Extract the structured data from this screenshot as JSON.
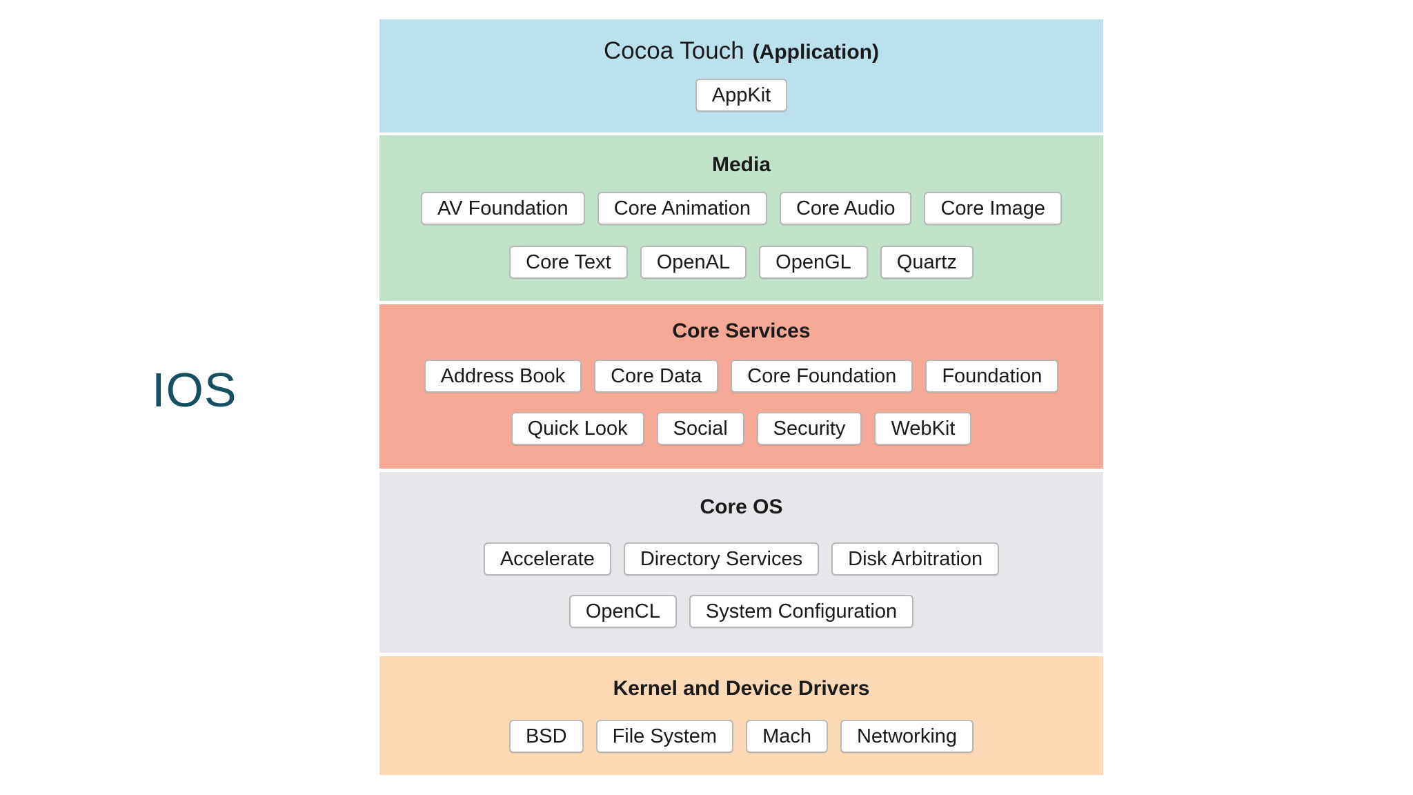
{
  "side_title": "IOS",
  "colors": {
    "side_title": "#14505f",
    "cocoa_touch_bg": "#bde0ed",
    "media_bg": "#c2e3c9",
    "core_services_bg": "#f4a895",
    "core_os_bg": "#e7e6ea",
    "kernel_bg": "#fcd9b5"
  },
  "layers": {
    "cocoa_touch": {
      "title": "Cocoa Touch",
      "subtitle": "(Application)",
      "rows": [
        [
          "AppKit"
        ]
      ]
    },
    "media": {
      "title": "Media",
      "rows": [
        [
          "AV Foundation",
          "Core Animation",
          "Core Audio",
          "Core Image"
        ],
        [
          "Core Text",
          "OpenAL",
          "OpenGL",
          "Quartz"
        ]
      ]
    },
    "core_services": {
      "title": "Core Services",
      "rows": [
        [
          "Address Book",
          "Core Data",
          "Core Foundation",
          "Foundation"
        ],
        [
          "Quick Look",
          "Social",
          "Security",
          "WebKit"
        ]
      ]
    },
    "core_os": {
      "title": "Core OS",
      "rows": [
        [
          "Accelerate",
          "Directory Services",
          "Disk Arbitration"
        ],
        [
          "OpenCL",
          "System Configuration"
        ]
      ]
    },
    "kernel": {
      "title": "Kernel and Device Drivers",
      "rows": [
        [
          "BSD",
          "File System",
          "Mach",
          "Networking"
        ]
      ]
    }
  }
}
